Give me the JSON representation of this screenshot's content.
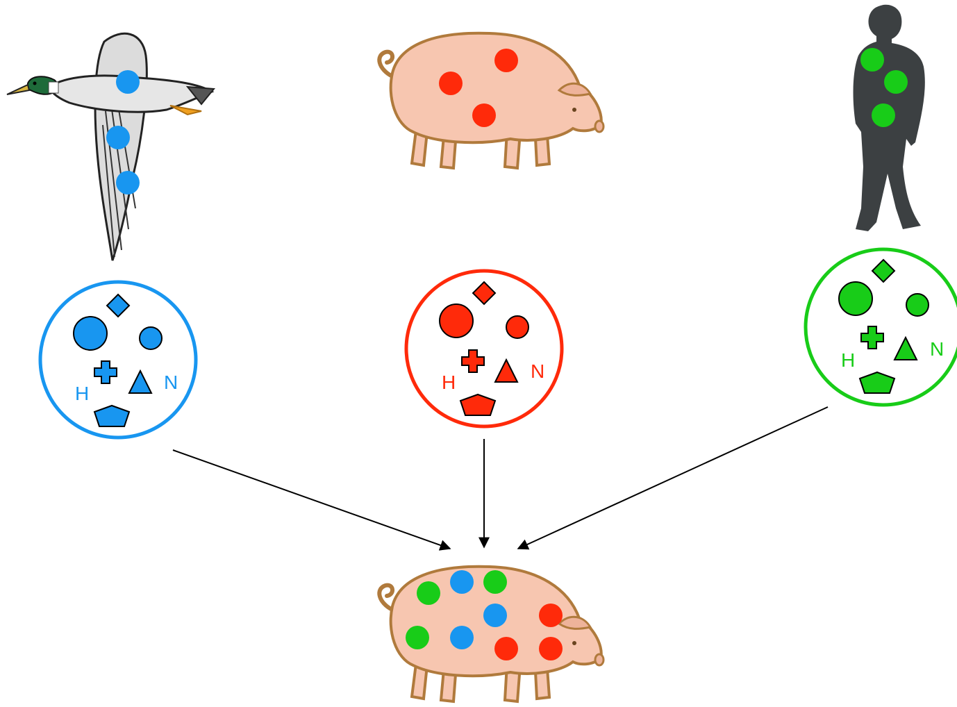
{
  "colors": {
    "avian": "#1896f0",
    "swine": "#ff2a0a",
    "human": "#18cc18",
    "arrow": "#000000",
    "pig_skin": "#f7c6b0",
    "pig_outline": "#b07a3c",
    "silhouette": "#3c4042"
  },
  "sources": [
    {
      "id": "avian",
      "icon": "duck-icon",
      "h_label": "H",
      "n_label": "N"
    },
    {
      "id": "swine",
      "icon": "pig-icon",
      "h_label": "H",
      "n_label": "N"
    },
    {
      "id": "human",
      "icon": "human-silhouette-icon",
      "h_label": "H",
      "n_label": "N"
    }
  ],
  "mixing_vessel": {
    "icon": "pig-icon",
    "segment_colors": [
      "human",
      "avian",
      "human",
      "avian",
      "swine",
      "human",
      "avian",
      "swine",
      "swine"
    ]
  }
}
